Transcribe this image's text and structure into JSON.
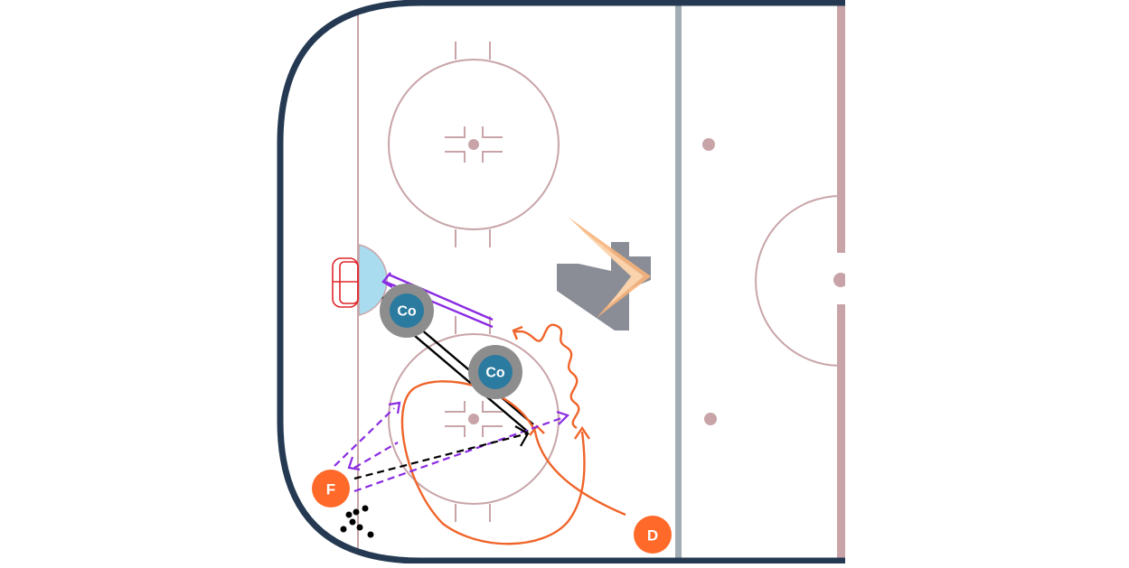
{
  "colors": {
    "boards": "#253a52",
    "rink_lines": "#c8a4a8",
    "center_line": "#c8a4a8",
    "blue_line": "#a2acb4",
    "crease": "#a9dcef",
    "goal": "#e0262b",
    "forward": "#ff6a2b",
    "defense": "#ff6a2b",
    "coach": "#2b7aa0",
    "coach_ring": "#8d8d8d",
    "pass_purple": "#8a2be2",
    "skate_orange": "#f0642a",
    "shot_black": "#000000",
    "puck": "#000000",
    "logo_grey": "#8a8d96",
    "logo_orange": "#f7b37a"
  },
  "players": [
    {
      "id": "coach-top",
      "label": "Co",
      "role": "coach"
    },
    {
      "id": "coach-bottom",
      "label": "Co",
      "role": "coach"
    },
    {
      "id": "forward",
      "label": "F",
      "role": "forward"
    },
    {
      "id": "defense",
      "label": "D",
      "role": "defense"
    }
  ],
  "icons": {
    "logo": "brand-chevron-logo",
    "goal": "goal-net-icon",
    "puck": "puck-icon"
  }
}
